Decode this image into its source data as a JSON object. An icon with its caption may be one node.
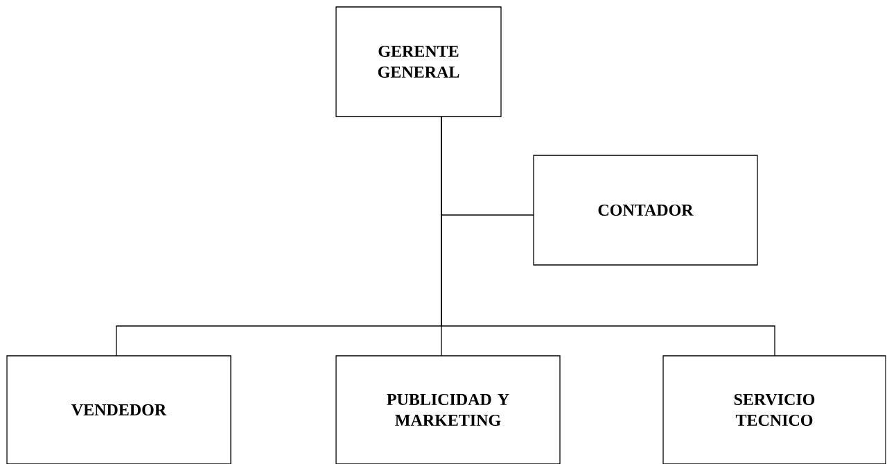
{
  "diagram": {
    "nodes": [
      {
        "text": [
          "GERENTE GENERAL"
        ]
      },
      {
        "text": [
          "CONTADOR"
        ]
      },
      {
        "text": [
          "VENDEDOR"
        ]
      },
      {
        "text": [
          "PUBLICIDAD Y MARKETING"
        ]
      },
      {
        "text": [
          "SERVICIO TECNICO"
        ]
      }
    ],
    "edges": [
      {
        "from": 0,
        "to": 1,
        "arrow": "none"
      },
      {
        "from": 0,
        "to": 2,
        "arrow": "none"
      },
      {
        "from": 0,
        "to": 3,
        "arrow": "none"
      },
      {
        "from": 0,
        "to": 4,
        "arrow": "none"
      }
    ]
  }
}
